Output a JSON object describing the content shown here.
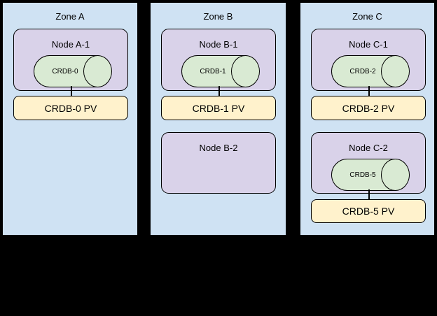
{
  "diagram": {
    "background": "#000000",
    "colors": {
      "zone_fill": "#cfe2f3",
      "node_fill": "#d9d2e9",
      "database_fill": "#d9ead3",
      "pv_fill": "#fff2cc",
      "border": "#000000"
    },
    "zones": [
      {
        "label": "Zone A",
        "nodes": [
          {
            "label": "Node A-1",
            "db": "CRDB-0",
            "pv": "CRDB-0 PV"
          }
        ]
      },
      {
        "label": "Zone B",
        "nodes": [
          {
            "label": "Node B-1",
            "db": "CRDB-1",
            "pv": "CRDB-1 PV"
          },
          {
            "label": "Node B-2"
          }
        ]
      },
      {
        "label": "Zone C",
        "nodes": [
          {
            "label": "Node C-1",
            "db": "CRDB-2",
            "pv": "CRDB-2 PV"
          },
          {
            "label": "Node C-2",
            "db": "CRDB-5",
            "pv": "CRDB-5 PV"
          }
        ]
      }
    ]
  }
}
